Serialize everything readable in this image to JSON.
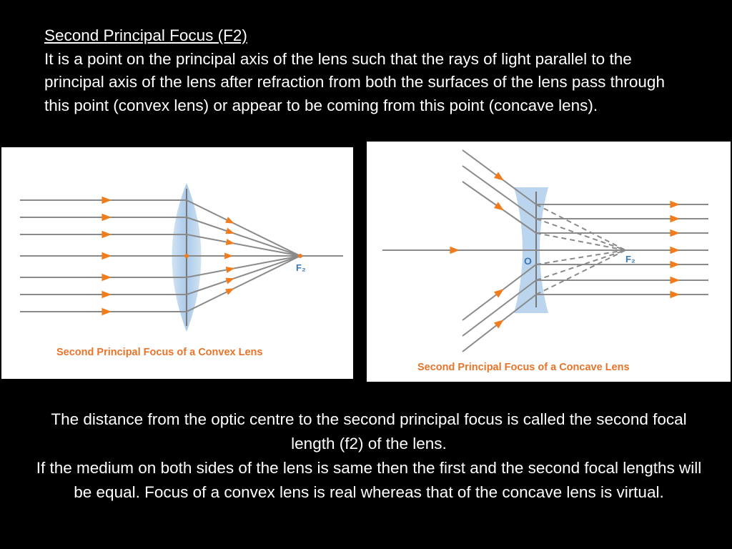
{
  "top": {
    "title": "Second Principal Focus (F2)",
    "body": "It is a point on the principal axis of the lens such that the rays of light parallel to the principal axis of the lens after refraction from both the surfaces of the lens pass through this point (convex lens) or appear to be coming from this point (concave lens)."
  },
  "convex_diagram": {
    "focus_label": "F₂",
    "caption": "Second Principal Focus of a Convex Lens"
  },
  "concave_diagram": {
    "center_label": "O",
    "focus_label": "F₂",
    "caption": "Second Principal Focus of a Concave Lens"
  },
  "bottom": {
    "line1": "The distance from the optic centre to the second principal focus is called the second focal length (f2) of the lens.",
    "line2": "If the medium on both sides of the lens is same then the first and the second focal lengths will be equal. Focus of a convex lens is real whereas that of the concave lens is virtual."
  },
  "colors": {
    "background": "#000000",
    "ray": "#8a8a8a",
    "arrow": "#f07c1e",
    "lens": "#a9cbe8",
    "caption": "#e8742a",
    "focus_label": "#3a78b5"
  }
}
